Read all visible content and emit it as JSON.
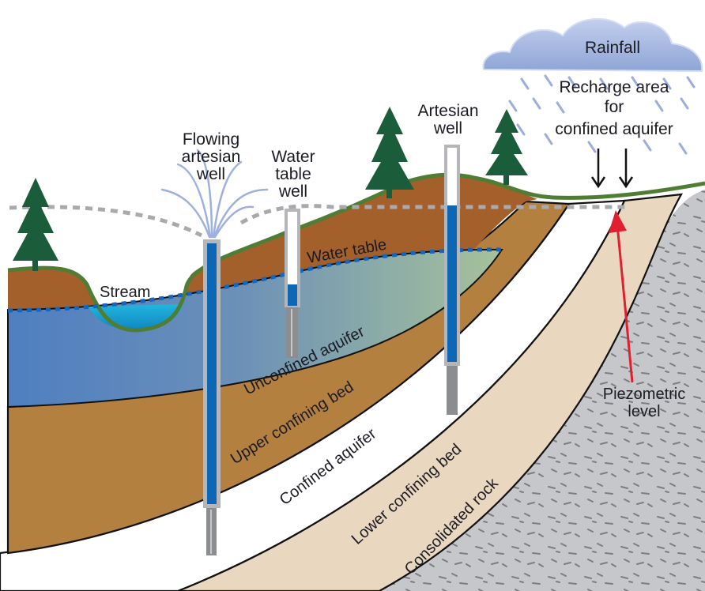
{
  "diagram": {
    "labels": {
      "rainfall": "Rainfall",
      "recharge_area": [
        "Recharge area",
        "for",
        "confined aquifer"
      ],
      "flowing_artesian_well": [
        "Flowing",
        "artesian",
        "well"
      ],
      "water_table_well": [
        "Water",
        "table",
        "well"
      ],
      "artesian_well": [
        "Artesian",
        "well"
      ],
      "stream": "Stream",
      "water_table": "Water table",
      "unconfined_aquifer": "Unconfined aquifer",
      "upper_confining_bed": "Upper confining bed",
      "confined_aquifer": "Confined aquifer",
      "lower_confining_bed": "Lower confining bed",
      "consolidated_rock": "Consolidated rock",
      "piezometric_level": [
        "Piezometric",
        "level"
      ]
    },
    "colors": {
      "topsoil": "#a4602a",
      "upper_confining_bed": "#b3803f",
      "lower_confining_bed": "#ead7bf",
      "consolidated_rock": "#c6c7ca",
      "unconfined_aquifer_left": "#4f7fc1",
      "unconfined_aquifer_right": "#9cbb96",
      "stream_water": "#12a5d0",
      "grass": "#4f7d33",
      "trees": "#1b5c3a",
      "well_water": "#0d67b5",
      "well_casing": "#b5b6b9",
      "piezometric_line": "#a9aaad",
      "water_table_line": "#1267c3",
      "arrow_red": "#e0202f",
      "cloud": "#8ea5d5"
    }
  }
}
